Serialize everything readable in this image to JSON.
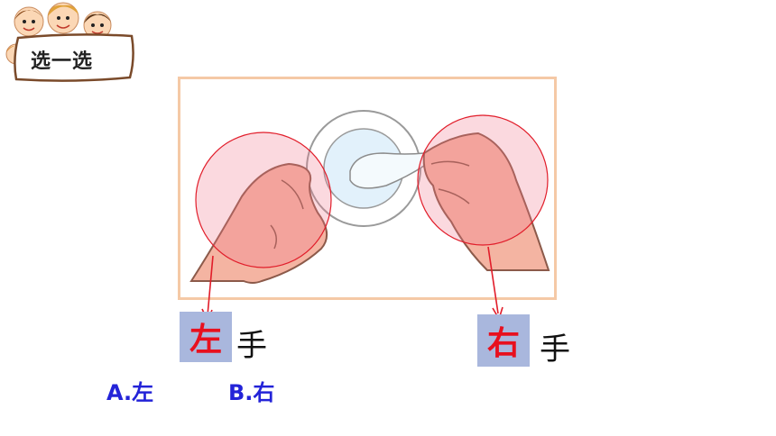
{
  "header": {
    "badge_label": "选一选"
  },
  "labels": {
    "left_answer": "左",
    "right_answer": "右",
    "hand_char_left": "手",
    "hand_char_right": "手"
  },
  "options": [
    {
      "label": "A.左"
    },
    {
      "label": "B.右"
    }
  ],
  "colors": {
    "answer_red": "#e8101e",
    "option_blue": "#2323d8",
    "answer_box": "#a9b7dd",
    "frame_border": "#f5c9a6"
  }
}
